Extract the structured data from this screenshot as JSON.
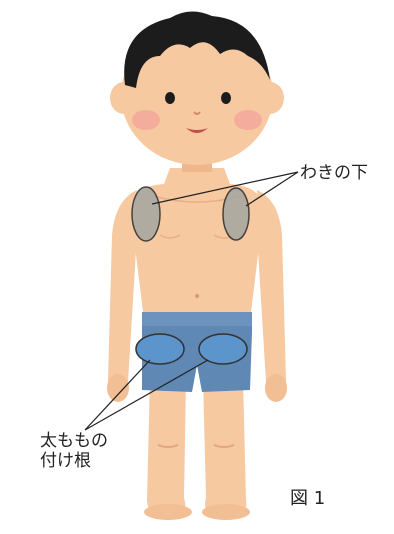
{
  "labels": {
    "armpit": "わきの下",
    "groin_line1": "太ももの",
    "groin_line2": "付け根",
    "figure_number": "図 1"
  },
  "colors": {
    "skin": "#f7c9a1",
    "skin_shadow": "#efb88c",
    "hair": "#1c1c1c",
    "shorts": "#5f88b4",
    "highlight_fill": "#5b95cc",
    "armpit_fill": "#a8a8a2",
    "outline": "#333333"
  },
  "icons": {
    "figure": "boy-figure-illustration"
  }
}
